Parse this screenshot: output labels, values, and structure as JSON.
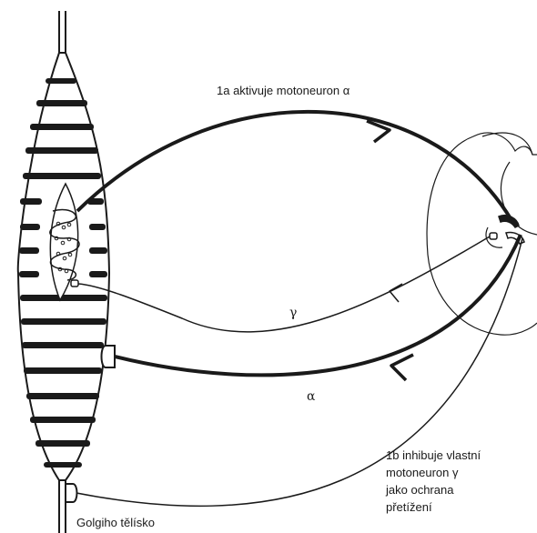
{
  "labels": {
    "ia_pathway": "1a aktivuje motoneuron α",
    "gamma": "γ",
    "alpha": "α",
    "ib_line1": "1b inhibuje vlastní",
    "ib_line2": "motoneuron γ",
    "ib_line3": "jako ochrana",
    "ib_line4": "přetížení",
    "golgi": "Golgiho tělísko"
  },
  "colors": {
    "ink": "#1a1a1a",
    "background": "#ffffff"
  }
}
